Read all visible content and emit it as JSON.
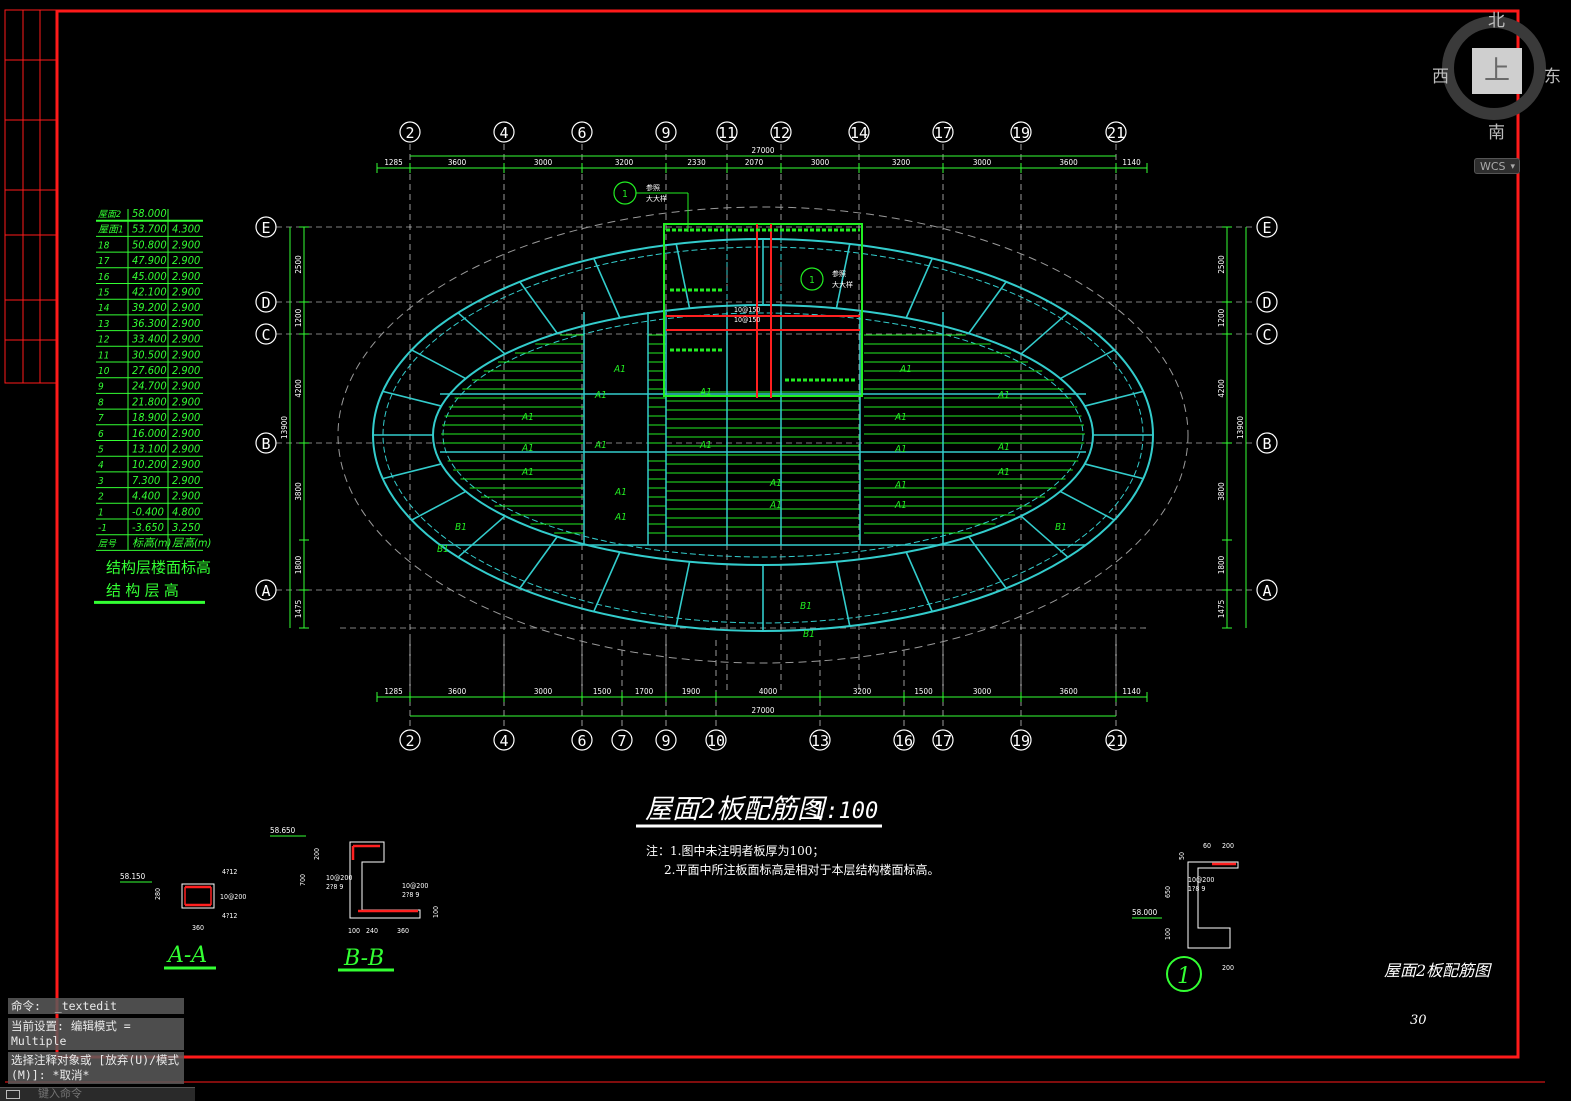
{
  "drawing": {
    "title": "屋面2板配筋图",
    "scale": "1:100",
    "notes": [
      "注：1.图中未注明者板厚为100；",
      "2.平面中所注板面标高是相对于本层结构楼面标高。"
    ],
    "title_block_name": "屋面2板配筋图",
    "sheet_number": "30"
  },
  "axes": {
    "top": [
      "2",
      "4",
      "6",
      "9",
      "11",
      "12",
      "14",
      "17",
      "19",
      "21"
    ],
    "bottom": [
      "2",
      "4",
      "6",
      "7",
      "9",
      "10",
      "13",
      "16",
      "17",
      "19",
      "21"
    ],
    "left": [
      "E",
      "D",
      "C",
      "B",
      "A"
    ],
    "right": [
      "E",
      "D",
      "C",
      "B",
      "A"
    ]
  },
  "dimensions": {
    "top_segments": [
      "1285",
      "3600",
      "3000",
      "3200",
      "2330",
      "2070",
      "3000",
      "3200",
      "3000",
      "3600",
      "1140"
    ],
    "top_total": "27000",
    "bottom_segments": [
      "1285",
      "3600",
      "3000",
      "1500",
      "1700",
      "1900",
      "4000",
      "3200",
      "1500",
      "3000",
      "3600",
      "1140"
    ],
    "bottom_total": "27000",
    "left_segments": [
      "2500",
      "1200",
      "4200",
      "3800",
      "1800",
      "1475"
    ],
    "left_total": "13900",
    "right_segments": [
      "2500",
      "1200",
      "4200",
      "3800",
      "1800",
      "1475"
    ],
    "right_total": "13900"
  },
  "level_table": {
    "rows": [
      [
        "屋面2",
        "58.000",
        ""
      ],
      [
        "屋面1",
        "53.700",
        "4.300"
      ],
      [
        "18",
        "50.800",
        "2.900"
      ],
      [
        "17",
        "47.900",
        "2.900"
      ],
      [
        "16",
        "45.000",
        "2.900"
      ],
      [
        "15",
        "42.100",
        "2.900"
      ],
      [
        "14",
        "39.200",
        "2.900"
      ],
      [
        "13",
        "36.300",
        "2.900"
      ],
      [
        "12",
        "33.400",
        "2.900"
      ],
      [
        "11",
        "30.500",
        "2.900"
      ],
      [
        "10",
        "27.600",
        "2.900"
      ],
      [
        "9",
        "24.700",
        "2.900"
      ],
      [
        "8",
        "21.800",
        "2.900"
      ],
      [
        "7",
        "18.900",
        "2.900"
      ],
      [
        "6",
        "16.000",
        "2.900"
      ],
      [
        "5",
        "13.100",
        "2.900"
      ],
      [
        "4",
        "10.200",
        "2.900"
      ],
      [
        "3",
        "7.300",
        "2.900"
      ],
      [
        "2",
        "4.400",
        "2.900"
      ],
      [
        "1",
        "-0.400",
        "4.800"
      ],
      [
        "-1",
        "-3.650",
        "3.250"
      ],
      [
        "层号",
        "标高(m)",
        "层高(m)"
      ]
    ],
    "caption1": "结构层楼面标高",
    "caption2": "结 构 层 高"
  },
  "plan_labels": {
    "a1": "A1",
    "b1": "B1",
    "rebar1": "10@150",
    "rebar2": "10@200",
    "detail_ref": "1",
    "detail_note1": "参照",
    "detail_note2": "大大样"
  },
  "sections": {
    "aa": {
      "title": "A-A",
      "elev": "58.150",
      "dims": [
        "280",
        "360"
      ],
      "bars": [
        "4?12",
        "10@200",
        "4?12"
      ]
    },
    "bb": {
      "title": "B-B",
      "elev": "58.650",
      "dims": [
        "200",
        "700",
        "100",
        "240",
        "360",
        "100"
      ],
      "bars": [
        "10@200",
        "2?8 9",
        "10@200",
        "2?8 9"
      ]
    },
    "detail1": {
      "title": "1",
      "elev": "58.000",
      "dims": [
        "60",
        "200",
        "50",
        "650",
        "100",
        "200"
      ],
      "bars": [
        "10@200",
        "1?8 9"
      ]
    }
  },
  "viewcube": {
    "north": "北",
    "south": "南",
    "west": "西",
    "east": "东",
    "face": "上",
    "wcs": "WCS"
  },
  "command": {
    "history": [
      "命令:  _textedit",
      "当前设置: 编辑模式 = Multiple",
      "选择注释对象或 [放弃(U)/模式(M)]: *取消*"
    ],
    "placeholder": "键入命令"
  },
  "colors": {
    "background": "#000000",
    "frame": "#ff1a1a",
    "axis": "#ffffff",
    "dimension": "#33ff33",
    "beam": "#33cccc",
    "rebar": "#22ee22",
    "red_beam": "#ff2020",
    "dashed": "#9a9a9a"
  }
}
